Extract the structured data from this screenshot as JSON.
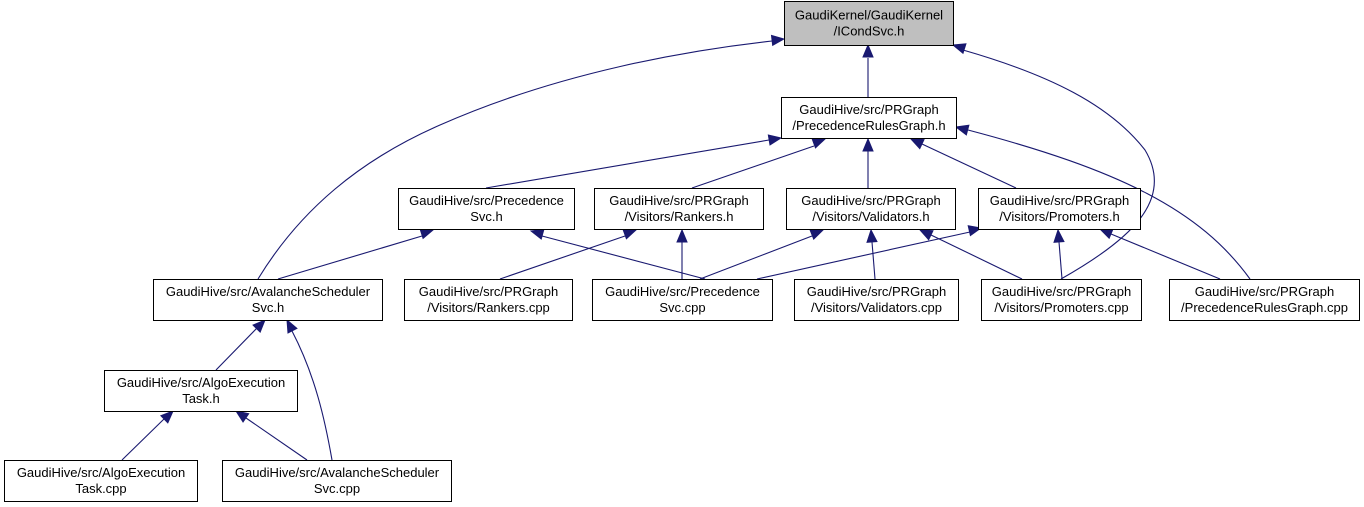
{
  "diagram": {
    "type": "include-dependency-graph",
    "colors": {
      "edge": "#191970",
      "focus_fill": "#bfbfbf",
      "node_fill": "#ffffff",
      "node_border": "#000000"
    },
    "nodes": [
      {
        "id": "icondsvc",
        "lines": [
          "GaudiKernel/GaudiKernel",
          "/ICondSvc.h"
        ],
        "focus": true
      },
      {
        "id": "prgraph_h",
        "lines": [
          "GaudiHive/src/PRGraph",
          "/PrecedenceRulesGraph.h"
        ],
        "focus": false
      },
      {
        "id": "precsvc_h",
        "lines": [
          "GaudiHive/src/Precedence",
          "Svc.h"
        ],
        "focus": false
      },
      {
        "id": "rankers_h",
        "lines": [
          "GaudiHive/src/PRGraph",
          "/Visitors/Rankers.h"
        ],
        "focus": false
      },
      {
        "id": "validators_h",
        "lines": [
          "GaudiHive/src/PRGraph",
          "/Visitors/Validators.h"
        ],
        "focus": false
      },
      {
        "id": "promoters_h",
        "lines": [
          "GaudiHive/src/PRGraph",
          "/Visitors/Promoters.h"
        ],
        "focus": false
      },
      {
        "id": "avsched_h",
        "lines": [
          "GaudiHive/src/AvalancheScheduler",
          "Svc.h"
        ],
        "focus": false
      },
      {
        "id": "rankers_cpp",
        "lines": [
          "GaudiHive/src/PRGraph",
          "/Visitors/Rankers.cpp"
        ],
        "focus": false
      },
      {
        "id": "precsvc_cpp",
        "lines": [
          "GaudiHive/src/Precedence",
          "Svc.cpp"
        ],
        "focus": false
      },
      {
        "id": "validators_cpp",
        "lines": [
          "GaudiHive/src/PRGraph",
          "/Visitors/Validators.cpp"
        ],
        "focus": false
      },
      {
        "id": "promoters_cpp",
        "lines": [
          "GaudiHive/src/PRGraph",
          "/Visitors/Promoters.cpp"
        ],
        "focus": false
      },
      {
        "id": "prgraph_cpp",
        "lines": [
          "GaudiHive/src/PRGraph",
          "/PrecedenceRulesGraph.cpp"
        ],
        "focus": false
      },
      {
        "id": "algotask_h",
        "lines": [
          "GaudiHive/src/AlgoExecution",
          "Task.h"
        ],
        "focus": false
      },
      {
        "id": "algotask_cpp",
        "lines": [
          "GaudiHive/src/AlgoExecution",
          "Task.cpp"
        ],
        "focus": false
      },
      {
        "id": "avsched_cpp",
        "lines": [
          "GaudiHive/src/AvalancheScheduler",
          "Svc.cpp"
        ],
        "focus": false
      }
    ],
    "edges": [
      {
        "from": "prgraph_h",
        "to": "icondsvc"
      },
      {
        "from": "avsched_h",
        "to": "icondsvc"
      },
      {
        "from": "promoters_cpp",
        "to": "icondsvc"
      },
      {
        "from": "precsvc_h",
        "to": "prgraph_h"
      },
      {
        "from": "rankers_h",
        "to": "prgraph_h"
      },
      {
        "from": "validators_h",
        "to": "prgraph_h"
      },
      {
        "from": "promoters_h",
        "to": "prgraph_h"
      },
      {
        "from": "prgraph_cpp",
        "to": "prgraph_h"
      },
      {
        "from": "avsched_h",
        "to": "precsvc_h"
      },
      {
        "from": "precsvc_cpp",
        "to": "precsvc_h"
      },
      {
        "from": "rankers_cpp",
        "to": "rankers_h"
      },
      {
        "from": "precsvc_cpp",
        "to": "rankers_h"
      },
      {
        "from": "precsvc_cpp",
        "to": "validators_h"
      },
      {
        "from": "validators_cpp",
        "to": "validators_h"
      },
      {
        "from": "promoters_cpp",
        "to": "validators_h"
      },
      {
        "from": "precsvc_cpp",
        "to": "promoters_h"
      },
      {
        "from": "promoters_cpp",
        "to": "promoters_h"
      },
      {
        "from": "prgraph_cpp",
        "to": "promoters_h"
      },
      {
        "from": "algotask_h",
        "to": "avsched_h"
      },
      {
        "from": "avsched_cpp",
        "to": "avsched_h"
      },
      {
        "from": "algotask_cpp",
        "to": "algotask_h"
      },
      {
        "from": "avsched_cpp",
        "to": "algotask_h"
      }
    ]
  }
}
